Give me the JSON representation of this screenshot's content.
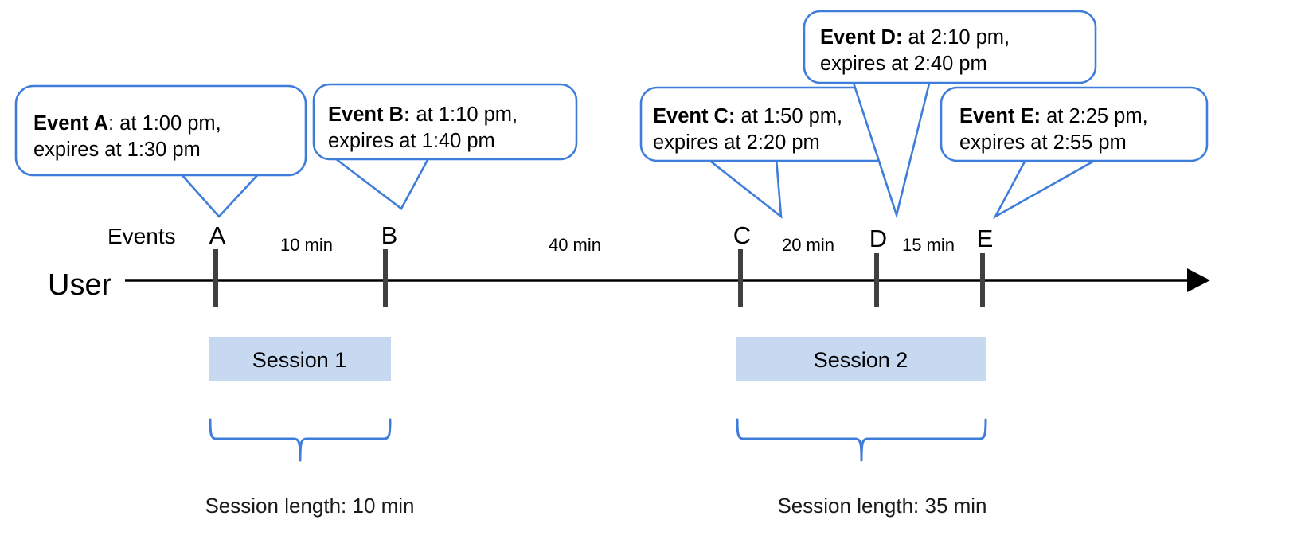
{
  "diagram": {
    "title": "User session timeline with expiring events",
    "accent_color": "#3f7ddb",
    "session_fill": "#c6d9f1",
    "tick_color": "#404040",
    "axis_color": "#000000"
  },
  "lane": {
    "user_label": "User",
    "events_label": "Events"
  },
  "callouts": [
    {
      "id": "A",
      "bold": "Event A",
      "rest_line1": ": at 1:00 pm,",
      "line2": "expires at 1:30 pm",
      "event_time": "1:00 pm",
      "expires_at": "1:30 pm"
    },
    {
      "id": "B",
      "bold": "Event B:",
      "rest_line1": " at 1:10 pm,",
      "line2": "expires at 1:40 pm",
      "event_time": "1:10 pm",
      "expires_at": "1:40 pm"
    },
    {
      "id": "C",
      "bold": "Event C:",
      "rest_line1": " at 1:50 pm,",
      "line2": "expires at 2:20 pm",
      "event_time": "1:50 pm",
      "expires_at": "2:20 pm"
    },
    {
      "id": "D",
      "bold": "Event D:",
      "rest_line1": " at 2:10 pm,",
      "line2": "expires at 2:40 pm",
      "event_time": "2:10 pm",
      "expires_at": "2:40 pm"
    },
    {
      "id": "E",
      "bold": "Event E:",
      "rest_line1": " at 2:25 pm,",
      "line2": "expires at 2:55 pm",
      "event_time": "2:25 pm",
      "expires_at": "2:55 pm"
    }
  ],
  "events": [
    {
      "letter": "A"
    },
    {
      "letter": "B"
    },
    {
      "letter": "C"
    },
    {
      "letter": "D"
    },
    {
      "letter": "E"
    }
  ],
  "gaps": [
    {
      "label": "10 min",
      "from": "A",
      "to": "B"
    },
    {
      "label": "40 min",
      "from": "B",
      "to": "C"
    },
    {
      "label": "20 min",
      "from": "C",
      "to": "D"
    },
    {
      "label": "15 min",
      "from": "D",
      "to": "E"
    }
  ],
  "sessions": [
    {
      "label": "Session 1",
      "length_label": "Session length: 10 min"
    },
    {
      "label": "Session 2",
      "length_label": "Session length: 35 min"
    }
  ]
}
